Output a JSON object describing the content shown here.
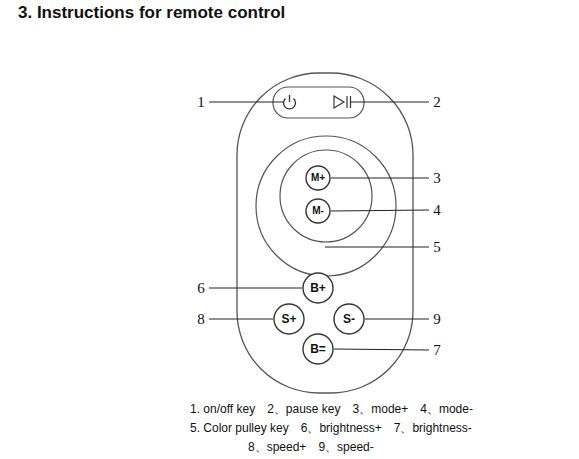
{
  "diagram": {
    "title": "3. Instructions for remote control",
    "nodes": [
      {
        "text": [
          "M+"
        ]
      },
      {
        "text": [
          "M-"
        ]
      },
      {
        "text": [
          "B+"
        ]
      },
      {
        "text": [
          "S+"
        ]
      },
      {
        "text": [
          "S-"
        ]
      },
      {
        "text": [
          "B="
        ]
      }
    ],
    "labels": [
      "1",
      "2",
      "3",
      "4",
      "5",
      "6",
      "7",
      "8",
      "9",
      "1. on/off key",
      "2、pause key",
      "3、mode+",
      "4、mode-",
      "5. Color pulley key",
      "6、brightness+",
      "7、brightness-",
      "8、speed+",
      "9、speed-"
    ]
  }
}
